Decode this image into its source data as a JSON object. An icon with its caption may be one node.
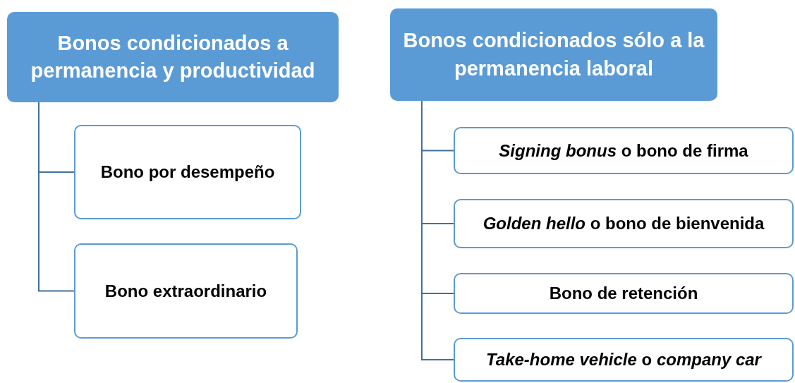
{
  "diagram": {
    "nodes": [
      {
        "text": [
          "Bonos condicionados a permanencia y productividad"
        ]
      },
      {
        "text": [
          "Bono por desempeño"
        ]
      },
      {
        "text": [
          "Bono extraordinario"
        ]
      },
      {
        "text": [
          "Bonos condicionados sólo a la permanencia laboral"
        ]
      },
      {
        "text": [
          "*Signing bonus* o bono de firma"
        ]
      },
      {
        "text": [
          "*Golden hello* o bono de bienvenida"
        ]
      },
      {
        "text": [
          "Bono de retención"
        ]
      },
      {
        "text": [
          "*Take-home vehicle* o *company car*"
        ]
      }
    ],
    "edges": [
      {
        "from": 0,
        "to": 1,
        "arrow": "none"
      },
      {
        "from": 0,
        "to": 2,
        "arrow": "none"
      },
      {
        "from": 3,
        "to": 4,
        "arrow": "none"
      },
      {
        "from": 3,
        "to": 5,
        "arrow": "none"
      },
      {
        "from": 3,
        "to": 6,
        "arrow": "none"
      },
      {
        "from": 3,
        "to": 7,
        "arrow": "none"
      }
    ]
  }
}
